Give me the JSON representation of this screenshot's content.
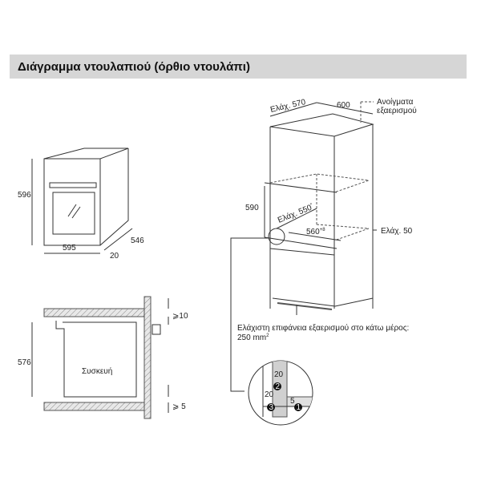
{
  "title": "Διάγραμμα ντουλαπιού (όρθιο ντουλάπι)",
  "oven": {
    "height": "596",
    "width": "595",
    "depth": "546",
    "door": "20"
  },
  "section": {
    "height": "576",
    "gap_top": "⩾10",
    "gap_bottom": "⩾ 5",
    "appliance": "Συσκευή"
  },
  "cabinet": {
    "min_depth": "Ελάχ. 570",
    "width": "600",
    "vent_label_1": "Ανοίγματα",
    "vent_label_2": "εξαερισμού",
    "niche_height": "590",
    "min_niche_depth": "Ελάχ. 550",
    "niche_depth_sup": "*",
    "niche_width": "560",
    "niche_width_sup": "+8",
    "min_gap": "Ελάχ. 50"
  },
  "ventilation": {
    "line1": "Ελάχιστη επιφάνεια εξαερισμού στο κάτω μέρος:",
    "line2": "250 mm",
    "sup": "2"
  },
  "detail": {
    "dim_a": "20",
    "dim_b": "20",
    "dim_c": "5",
    "marker_1": "1",
    "marker_2": "2",
    "marker_3": "3"
  }
}
